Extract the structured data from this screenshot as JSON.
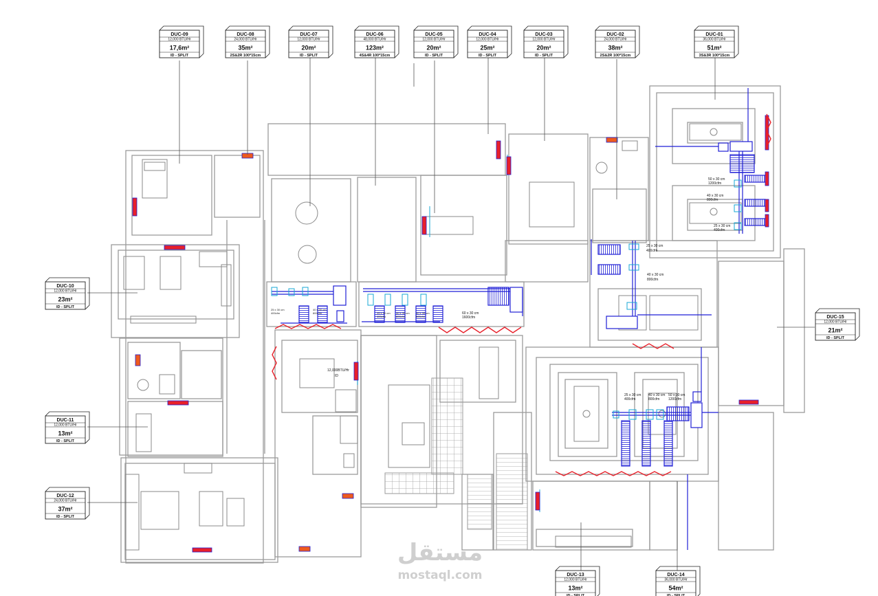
{
  "colors": {
    "wall": "#9a9a9a",
    "wall_dark": "#6f6f6f",
    "duct": "#1f1fd6",
    "diffuser": "#17a7d6",
    "grille_red": "#e8202a",
    "unit_orange": "#ee5a1e",
    "watermark": "#cfcfcf"
  },
  "tags": [
    {
      "id": "DUC-09",
      "cap": "12,000 BTU/Hr",
      "area": "17,6m²",
      "type": "ID - SPLIT"
    },
    {
      "id": "DUC-08",
      "cap": "24,000 BTU/Hr",
      "area": "35m²",
      "type": "2S&2R 100*15cm"
    },
    {
      "id": "DUC-07",
      "cap": "12,000 BTU/Hr",
      "area": "20m²",
      "type": "ID - SPLIT"
    },
    {
      "id": "DUC-06",
      "cap": "48,000 BTU/Hr",
      "area": "123m²",
      "type": "4S&4R 100*15cm"
    },
    {
      "id": "DUC-05",
      "cap": "12,000 BTU/Hr",
      "area": "20m²",
      "type": "ID - SPLIT"
    },
    {
      "id": "DUC-04",
      "cap": "12,000 BTU/Hr",
      "area": "25m²",
      "type": "ID - SPLIT"
    },
    {
      "id": "DUC-03",
      "cap": "12,000 BTU/Hr",
      "area": "20m²",
      "type": "ID - SPLIT"
    },
    {
      "id": "DUC-02",
      "cap": "24,000 BTU/Hr",
      "area": "38m²",
      "type": "2S&2R 100*15cm"
    },
    {
      "id": "DUC-01",
      "cap": "36,000 BTU/Hr",
      "area": "51m²",
      "type": "3S&3R 100*15cm"
    },
    {
      "id": "DUC-10",
      "cap": "12,000 BTU/Hr",
      "area": "23m²",
      "type": "ID - SPLIT"
    },
    {
      "id": "DUC-11",
      "cap": "12,000 BTU/Hr",
      "area": "13m²",
      "type": "ID - SPLIT"
    },
    {
      "id": "DUC-12",
      "cap": "24,000 BTU/Hr",
      "area": "37m²",
      "type": "ID - SPLIT"
    },
    {
      "id": "DUC-15",
      "cap": "12,000 BTU/Hr",
      "area": "21m²",
      "type": "ID - SPLIT"
    },
    {
      "id": "DUC-13",
      "cap": "12,000 BTU/Hr",
      "area": "13m²",
      "type": "ID - SPLIT"
    },
    {
      "id": "DUC-14",
      "cap": "36,000 BTU/Hr",
      "area": "54m²",
      "type": "ID - SPLIT"
    }
  ],
  "duct_labels": [
    {
      "size": "50 x 30 cm",
      "flow": "1200cfm"
    },
    {
      "size": "40 x 30 cm",
      "flow": "800cfm"
    },
    {
      "size": "25 x 30 cm",
      "flow": "400cfm"
    },
    {
      "size": "25 x 30 cm",
      "flow": "400cfm"
    },
    {
      "size": "40 x 30 cm",
      "flow": "800cfm"
    },
    {
      "size": "60 x 30 cm",
      "flow": "1600cfm"
    },
    {
      "size": "25 x 30 cm",
      "flow": "400cfm"
    },
    {
      "size": "40 x 30 cm",
      "flow": "800cfm"
    },
    {
      "size": "50 x 30 cm",
      "flow": "1200cfm"
    }
  ],
  "small_dims": {
    "a": "25 x 30 cm",
    "a_flow": "400cfm",
    "b": "40 x 30 cm",
    "b_flow": "800cfm"
  },
  "unit_note": {
    "cap": "12,000BTU/Hr",
    "type": "ID"
  },
  "watermark": {
    "arabic": "مستقل",
    "latin": "mostaql.com"
  }
}
